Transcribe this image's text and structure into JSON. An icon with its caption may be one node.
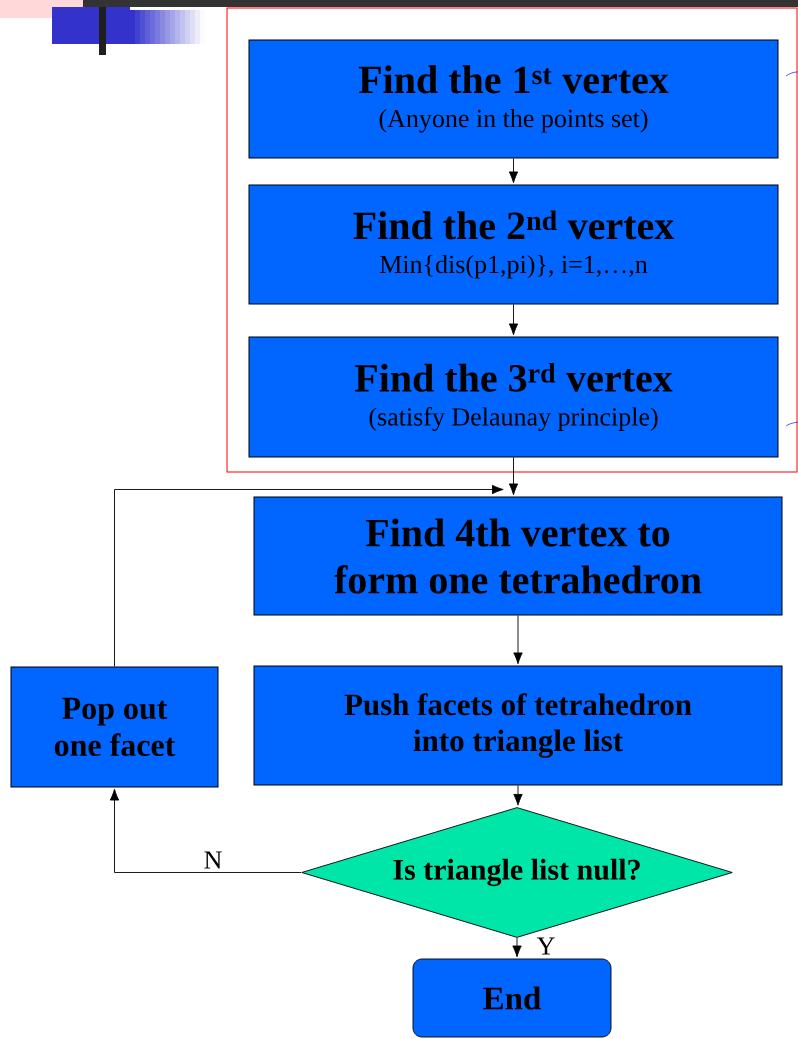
{
  "diagram": {
    "nodes": [
      {
        "text": [],
        "shape": "box"
      },
      {
        "text": [
          "Find the 1$^{st}$ vertex",
          "(Anyone in the points set)"
        ],
        "in": 0
      },
      {
        "text": [
          "Find the 2$^{nd}$ vertex",
          "Min{dis(p1,pi)}, i=1,…,n"
        ],
        "in": 0
      },
      {
        "text": [
          "Find the 3$^{rd}$ vertex",
          "(satisfy Delaunay principle)"
        ],
        "in": 0
      },
      {
        "text": [
          "Find 4th vertex to form one tetrahedron"
        ]
      },
      {
        "text": [
          "Pop out one facet"
        ]
      },
      {
        "text": [
          "Push facets of tetrahedron into triangle list"
        ]
      },
      {
        "text": [
          "Is triangle list null?"
        ]
      },
      {
        "text": [
          "End"
        ]
      }
    ],
    "edges": [
      {
        "from": 1,
        "to": 2,
        "arrow": "to"
      },
      {
        "from": 2,
        "to": 3,
        "arrow": "to"
      },
      {
        "from": 3,
        "to": 4,
        "arrow": "to"
      },
      {
        "from": 5,
        "to": 4,
        "arrow": "to"
      },
      {
        "from": 4,
        "to": 6,
        "arrow": "to"
      },
      {
        "from": 6,
        "to": 7,
        "arrow": "to"
      },
      {
        "from": 7,
        "to": 5,
        "arrow": "to",
        "label": "N"
      },
      {
        "from": 7,
        "to": 8,
        "arrow": "to",
        "label": "Y"
      }
    ]
  }
}
